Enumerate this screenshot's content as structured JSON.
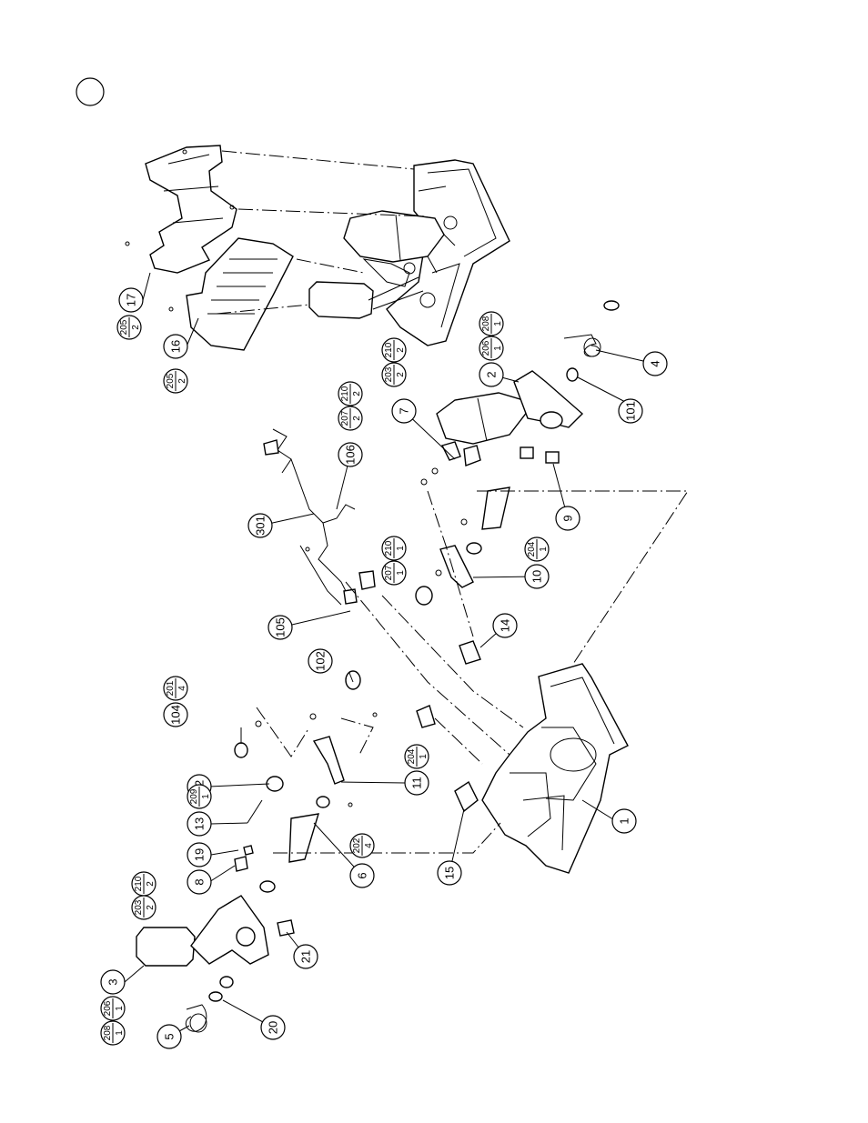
{
  "callouts": [
    {
      "id": "c1",
      "label": "1",
      "r": "0"
    },
    {
      "id": "c2",
      "label": "2"
    },
    {
      "id": "c3",
      "label": "3"
    },
    {
      "id": "c4",
      "label": "4"
    },
    {
      "id": "c5",
      "label": "5"
    },
    {
      "id": "c6",
      "label": "6"
    },
    {
      "id": "c7",
      "label": "7"
    },
    {
      "id": "c8",
      "label": "8"
    },
    {
      "id": "c9",
      "label": "9"
    },
    {
      "id": "c10",
      "label": "10"
    },
    {
      "id": "c11",
      "label": "11"
    },
    {
      "id": "c12",
      "label": "12"
    },
    {
      "id": "c13",
      "label": "13"
    },
    {
      "id": "c14",
      "label": "14"
    },
    {
      "id": "c15",
      "label": "15"
    },
    {
      "id": "c16",
      "label": "16"
    },
    {
      "id": "c17",
      "label": "17"
    },
    {
      "id": "c19",
      "label": "19"
    },
    {
      "id": "c20",
      "label": "20"
    },
    {
      "id": "c21",
      "label": "21"
    },
    {
      "id": "c101",
      "label": "101"
    },
    {
      "id": "c102",
      "label": "102"
    },
    {
      "id": "c104",
      "label": "104"
    },
    {
      "id": "c105",
      "label": "105"
    },
    {
      "id": "c106",
      "label": "106"
    },
    {
      "id": "c301",
      "label": "301"
    }
  ],
  "fractions": [
    {
      "id": "f205a",
      "num": "205",
      "den": "2"
    },
    {
      "id": "f205b",
      "num": "205",
      "den": "2"
    },
    {
      "id": "f203a",
      "num": "203",
      "den": "2"
    },
    {
      "id": "f210a",
      "num": "210",
      "den": "2"
    },
    {
      "id": "f206a",
      "num": "206",
      "den": "1"
    },
    {
      "id": "f208a",
      "num": "208",
      "den": "1"
    },
    {
      "id": "f207a",
      "num": "207",
      "den": "2"
    },
    {
      "id": "f210b",
      "num": "210",
      "den": "2"
    },
    {
      "id": "f207b",
      "num": "207",
      "den": "1"
    },
    {
      "id": "f210c",
      "num": "210",
      "den": "1"
    },
    {
      "id": "f204a",
      "num": "204",
      "den": "1"
    },
    {
      "id": "f201a",
      "num": "201",
      "den": "4"
    },
    {
      "id": "f204b",
      "num": "204",
      "den": "1"
    },
    {
      "id": "f209a",
      "num": "209",
      "den": "1"
    },
    {
      "id": "f210d",
      "num": "210",
      "den": "2"
    },
    {
      "id": "f203b",
      "num": "203",
      "den": "2"
    },
    {
      "id": "f202a",
      "num": "202",
      "den": "4"
    },
    {
      "id": "f206b",
      "num": "206",
      "den": "1"
    },
    {
      "id": "f208b",
      "num": "208",
      "den": "1"
    }
  ]
}
